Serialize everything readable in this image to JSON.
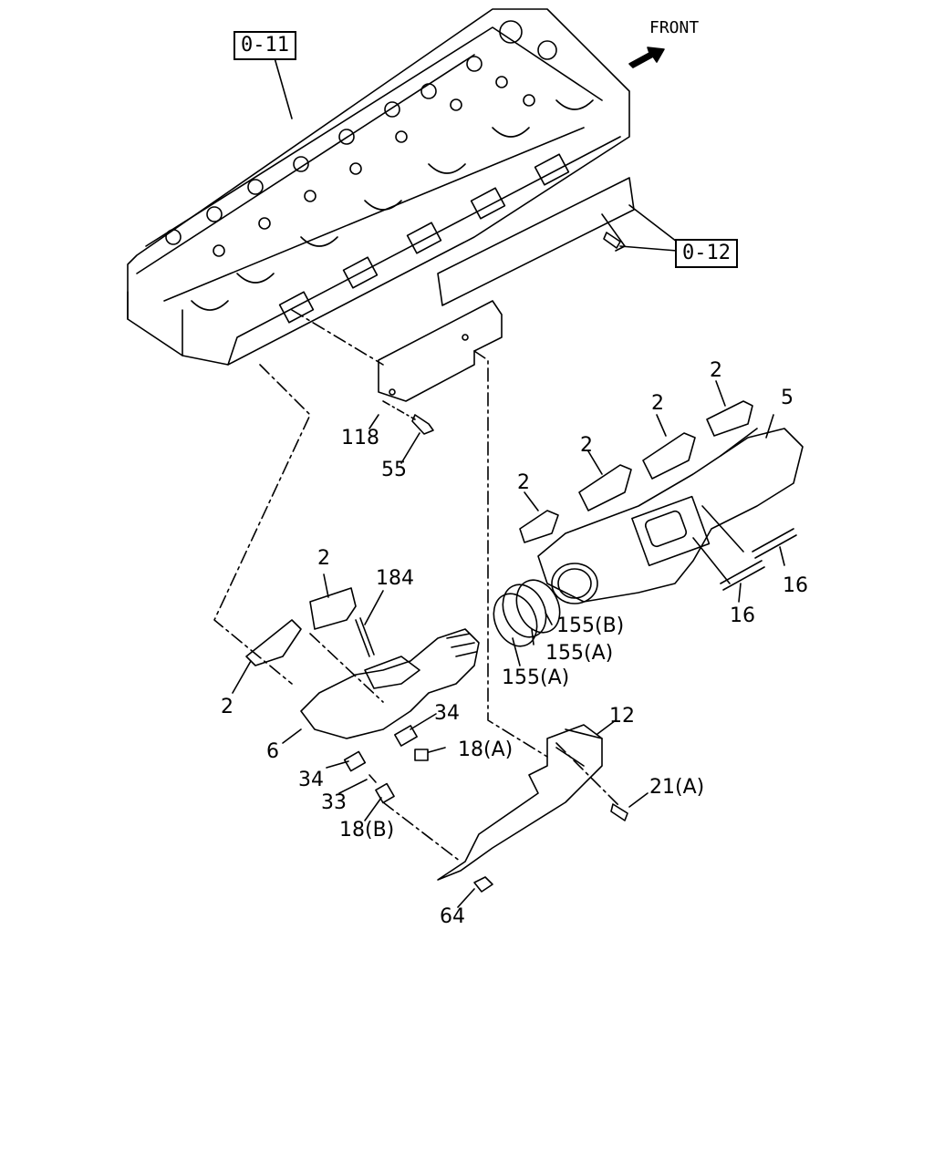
{
  "diagram": {
    "front_label": "FRONT",
    "ref_boxes": {
      "ref_0_11": "0-11",
      "ref_0_12": "0-12"
    },
    "callouts": {
      "c2_a": "2",
      "c2_b": "2",
      "c2_c": "2",
      "c2_d": "2",
      "c2_e": "2",
      "c2_f": "2",
      "c5": "5",
      "c16_a": "16",
      "c16_b": "16",
      "c155B": "155(B)",
      "c155A_a": "155(A)",
      "c155A_b": "155(A)",
      "c118": "118",
      "c55": "55",
      "c184": "184",
      "c34_a": "34",
      "c34_b": "34",
      "c18A": "18(A)",
      "c6": "6",
      "c33": "33",
      "c18B": "18(B)",
      "c12": "12",
      "c21A": "21(A)",
      "c64": "64"
    }
  }
}
